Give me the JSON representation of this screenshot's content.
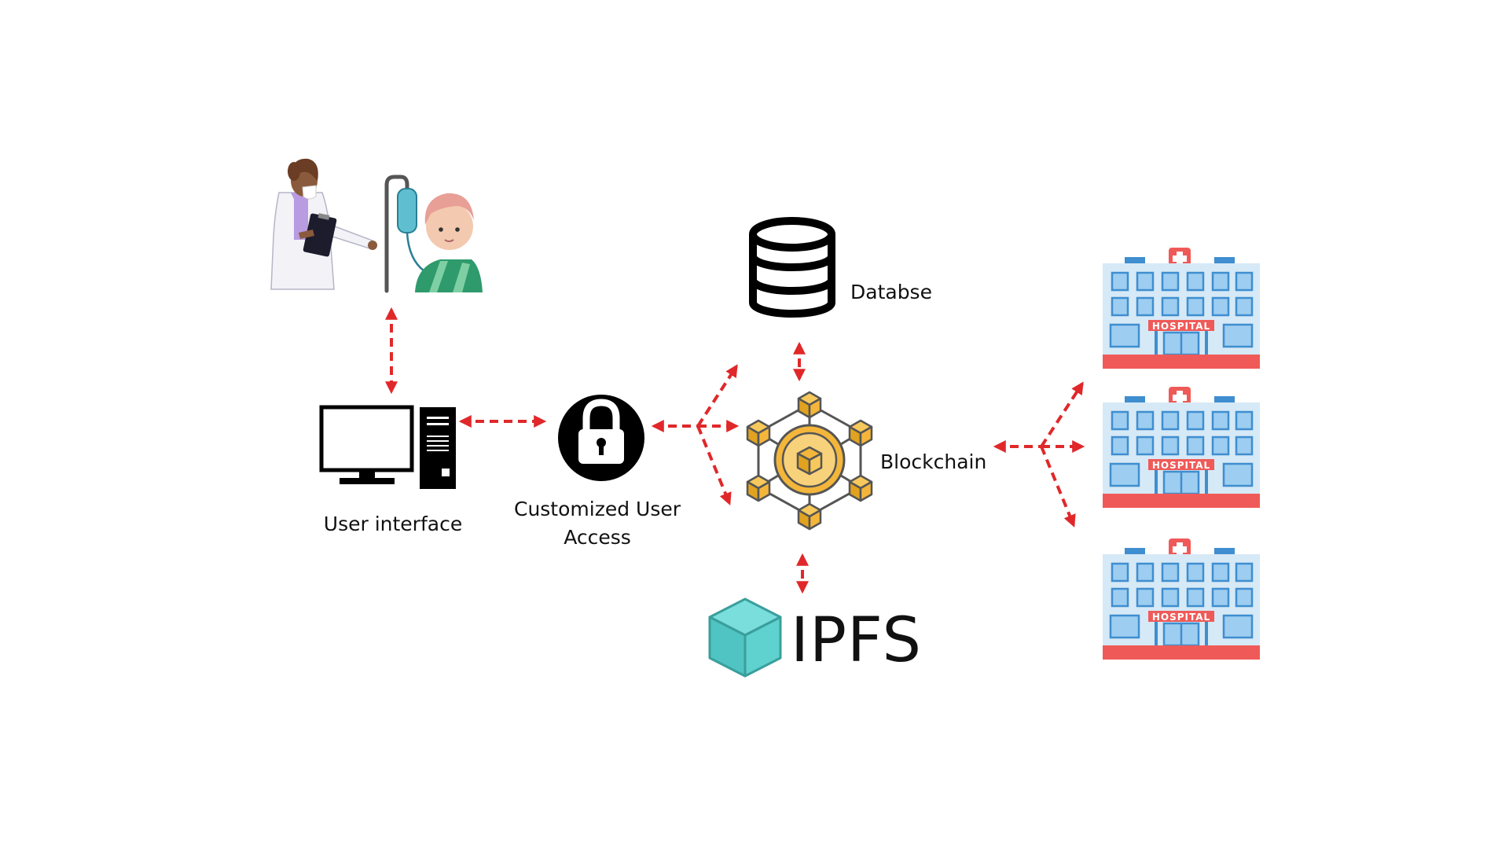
{
  "diagram": {
    "nodes": {
      "user_interface": {
        "label": "User  interface",
        "icon": "computer-icon"
      },
      "access": {
        "label_line1": "Customized User",
        "label_line2": "Access",
        "icon": "padlock-icon"
      },
      "database": {
        "label": "Databse",
        "icon": "database-icon"
      },
      "blockchain": {
        "label": "Blockchain",
        "icon": "blockchain-network-icon"
      },
      "ipfs": {
        "label": "IPFS",
        "icon": "ipfs-cube-icon"
      },
      "people": {
        "icon": "doctor-and-patient-icon"
      },
      "hospitals": {
        "icon": "hospital-building-icon",
        "sign": "HOSPITAL",
        "count": 3
      }
    },
    "colors": {
      "arrow": "#e0282a",
      "hospital_wall": "#d6e9f6",
      "hospital_window": "#9dcdf0",
      "hospital_frame": "#3f8ed0",
      "hospital_red": "#ef5a58",
      "blockchain_gold": "#f4b63a",
      "ipfs_teal": "#5fd1cf"
    }
  }
}
